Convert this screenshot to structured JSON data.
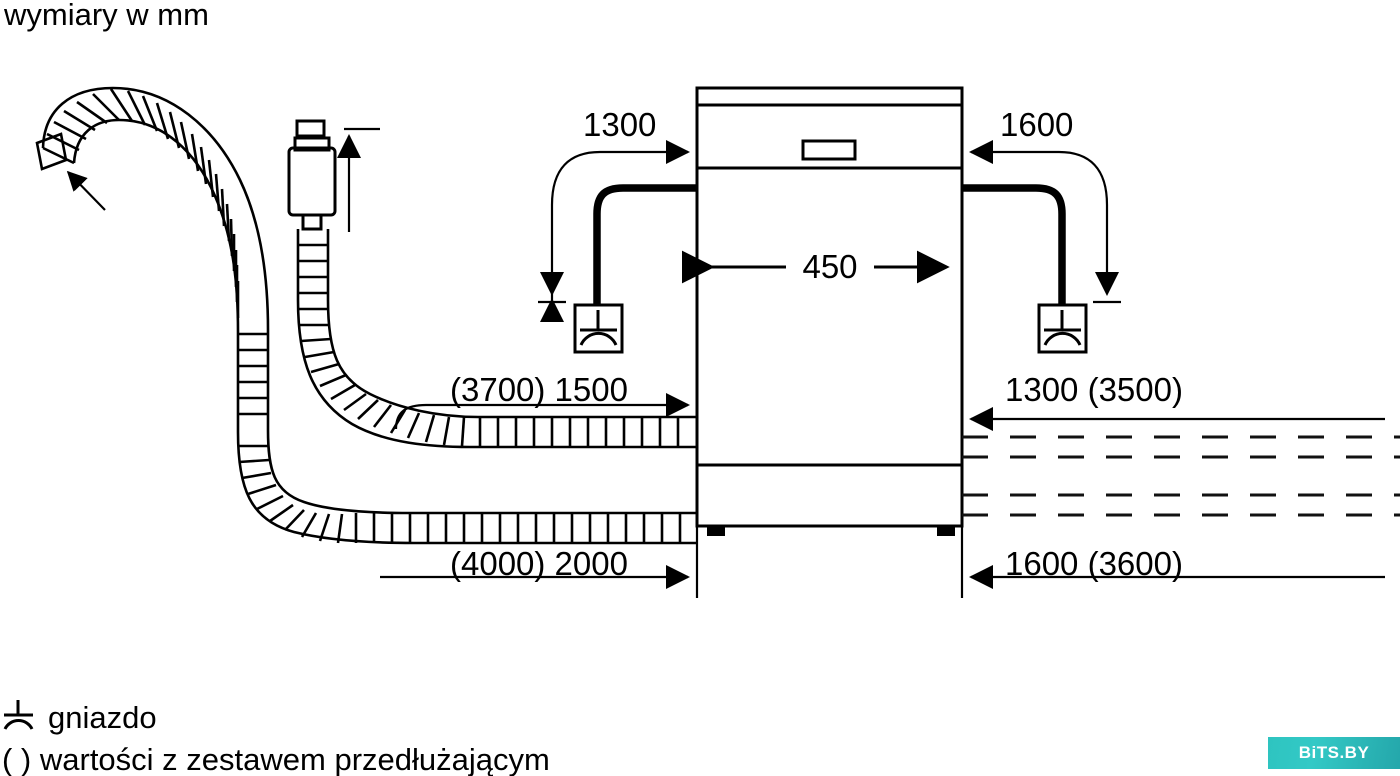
{
  "title": "wymiary w mm",
  "legend": {
    "socket_label": "gniazdo",
    "extension_label": "( ) wartości z zestawem przedłużającym",
    "socket_icon": "socket-symbol-icon"
  },
  "watermark": {
    "text": "BiTS.BY",
    "color": "#2ec4c0"
  },
  "appliance": {
    "name": "dishwasher-front-view",
    "width_label": "450"
  },
  "dimensions": {
    "top_left": "1300",
    "top_right": "1600",
    "mid_left": "(3700) 1500",
    "mid_right": "1300 (3500)",
    "bottom_left": "(4000) 2000",
    "bottom_right": "1600 (3600)"
  },
  "chart_data": {
    "type": "diagram",
    "title": "wymiary w mm",
    "units": "mm",
    "subject": "Dishwasher installation clearances and hose/cable reach",
    "measurements": [
      {
        "id": "top-left",
        "label": "1300",
        "base_value": 1300,
        "extended_value": null,
        "side": "left",
        "direction": "right",
        "target": "power-socket-left"
      },
      {
        "id": "top-right",
        "label": "1600",
        "base_value": 1600,
        "extended_value": null,
        "side": "right",
        "direction": "left",
        "target": "power-socket-right"
      },
      {
        "id": "appliance-width",
        "label": "450",
        "base_value": 450,
        "extended_value": null,
        "side": "center",
        "direction": "both",
        "target": "appliance-width"
      },
      {
        "id": "mid-left",
        "label": "(3700) 1500",
        "base_value": 1500,
        "extended_value": 3700,
        "side": "left",
        "direction": "right",
        "target": "water-inlet-hose-left"
      },
      {
        "id": "mid-right",
        "label": "1300 (3500)",
        "base_value": 1300,
        "extended_value": 3500,
        "side": "right",
        "direction": "left",
        "target": "water-inlet-hose-right"
      },
      {
        "id": "bottom-left",
        "label": "(4000) 2000",
        "base_value": 2000,
        "extended_value": 4000,
        "side": "left",
        "direction": "right",
        "target": "drain-hose-left"
      },
      {
        "id": "bottom-right",
        "label": "1600 (3600)",
        "base_value": 1600,
        "extended_value": 3600,
        "side": "right",
        "direction": "left",
        "target": "drain-hose-right"
      }
    ],
    "legend_entries": [
      {
        "symbol": "socket",
        "text": "gniazdo"
      },
      {
        "symbol": "parentheses",
        "text": "( ) wartości z zestawem przedłużającym"
      }
    ]
  }
}
